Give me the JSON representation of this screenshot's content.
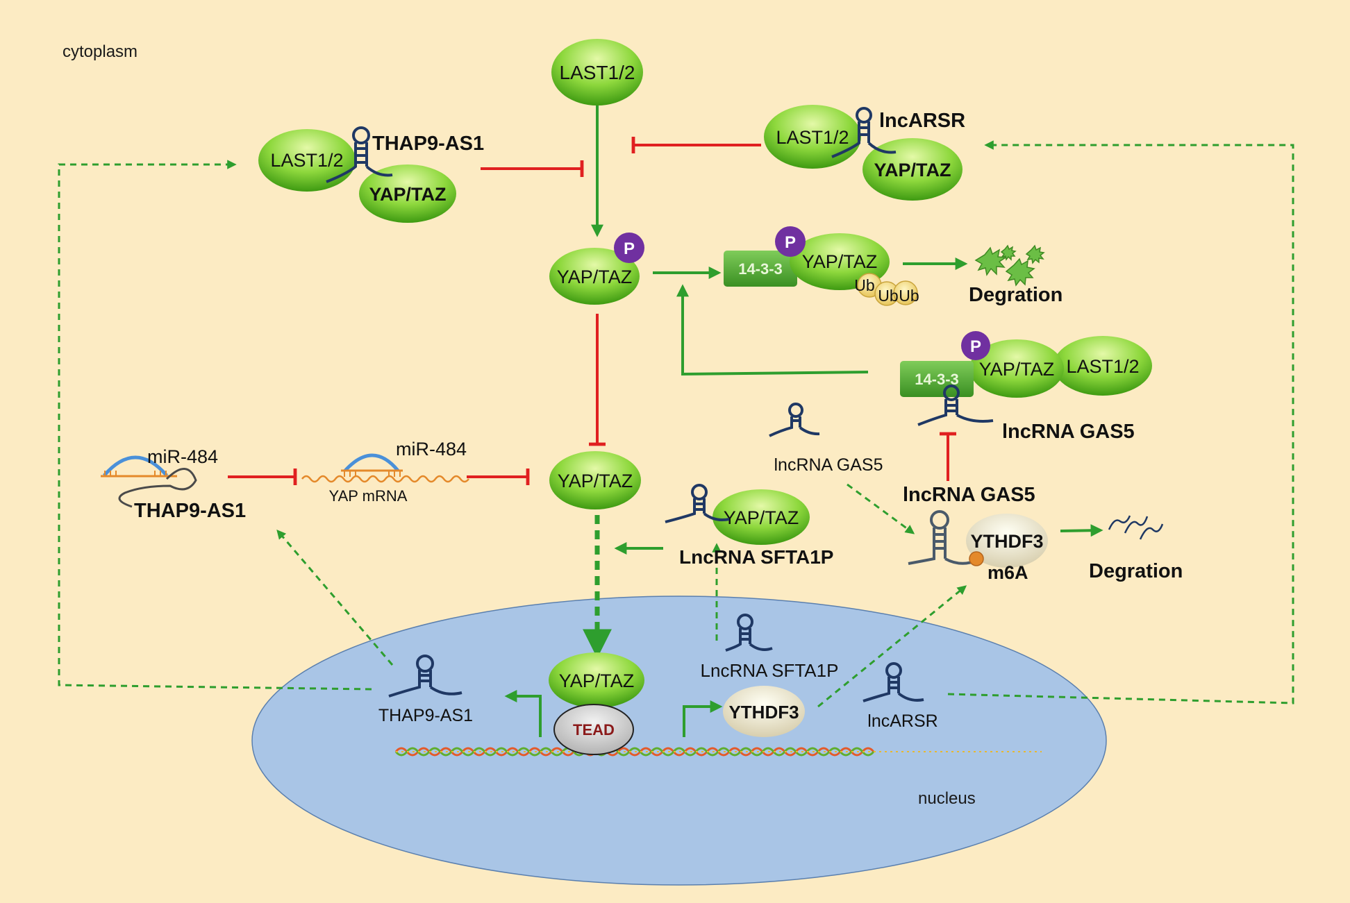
{
  "regions": {
    "cytoplasm": "cytoplasm",
    "nucleus": "nucleus"
  },
  "labels": {
    "last_top": "LAST1/2",
    "last_left": "LAST1/2",
    "thap9_as1_top": "THAP9-AS1",
    "yaptaz_left": "YAP/TAZ",
    "last_right": "LAST1/2",
    "lncarsr_top": "lncARSR",
    "yaptaz_right": "YAP/TAZ",
    "p_center": "P",
    "yaptaz_center": "YAP/TAZ",
    "box_1433_top": "14-3-3",
    "p_complex": "P",
    "yaptaz_complex": "YAP/TAZ",
    "ub1": "Ub",
    "ub2": "Ub",
    "ub3": "Ub",
    "degration_top": "Degration",
    "box_1433_mid": "14-3-3",
    "p_mid": "P",
    "yaptaz_mid": "YAP/TAZ",
    "last_mid": "LAST1/2",
    "lncrna_gas5_right": "lncRNA GAS5",
    "lncrna_gas5_center": "lncRNA GAS5",
    "lncrna_gas5_lower": "lncRNA GAS5",
    "mir484_left": "miR-484",
    "thap9_as1_left": "THAP9-AS1",
    "mir484_mid": "miR-484",
    "yap_mrna": "YAP mRNA",
    "yaptaz_lower": "YAP/TAZ",
    "yaptaz_sfta": "YAP/TAZ",
    "lncrna_sfta1p_cyto": "LncRNA SFTA1P",
    "ythdf3_cyto": "YTHDF3",
    "m6a": "m6A",
    "degration_right": "Degration",
    "yaptaz_nucleus": "YAP/TAZ",
    "tead": "TEAD",
    "thap9_as1_nucleus": "THAP9-AS1",
    "lncrna_sfta1p_nucleus": "LncRNA SFTA1P",
    "ythdf3_nucleus": "YTHDF3",
    "lncarsr_nucleus": "lncARSR"
  },
  "colors": {
    "background": "#FCEBC3",
    "nucleus_fill": "#A9C5E6",
    "activation_arrow": "#2E9E2E",
    "inhibition_arrow": "#E02020",
    "protein_green": "#7CD13A",
    "phospho_purple": "#7030A0",
    "rna_line": "#1F3864"
  }
}
